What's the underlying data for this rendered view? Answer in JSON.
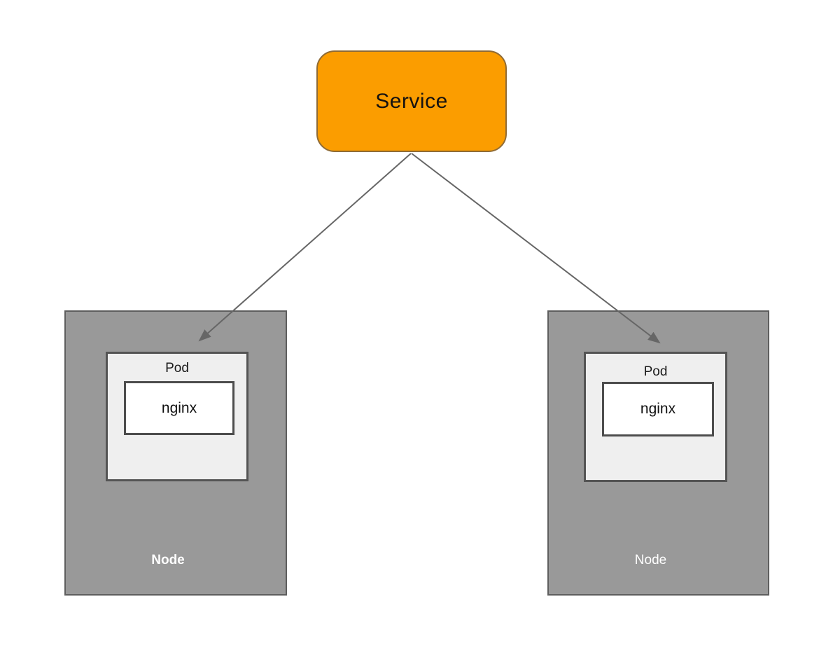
{
  "diagram": {
    "service": {
      "label": "Service"
    },
    "nodes": [
      {
        "label": "Node",
        "label_bold": true,
        "pod": {
          "label": "Pod",
          "container": {
            "label": "nginx"
          }
        }
      },
      {
        "label": "Node",
        "label_bold": false,
        "pod": {
          "label": "Pod",
          "container": {
            "label": "nginx"
          }
        }
      }
    ],
    "connectors": [
      {
        "name": "service-to-left-node-pod"
      },
      {
        "name": "service-to-right-node-pod"
      }
    ],
    "colors": {
      "background": "#FFFFFF",
      "service_fill": "#FB9D00",
      "service_border": "#8F6B35",
      "service_text": "#151210",
      "node_fill": "#999999",
      "node_border": "#5E5E5E",
      "node_text": "#FFFFFF",
      "pod_fill": "#EFEFEF",
      "pod_border": "#545454",
      "container_fill": "#FFFFFF",
      "container_border": "#4D4D4D",
      "arrow": "#666666"
    }
  }
}
